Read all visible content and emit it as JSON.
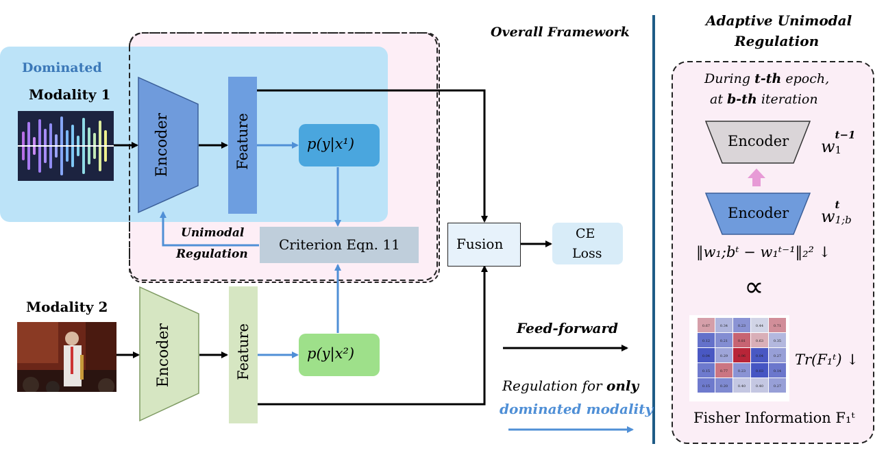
{
  "framework": {
    "title": "Overall Framework",
    "dominated_label": "Dominated",
    "modality1": {
      "label": "Modality 1",
      "encoder": "Encoder",
      "feature": "Feature",
      "head": "p(y|x¹)"
    },
    "modality2": {
      "label": "Modality 2",
      "encoder": "Encoder",
      "feature": "Feature",
      "head": "p(y|x²)"
    },
    "unimodal_regulation": {
      "line1": "Unimodal",
      "line2": "Regulation"
    },
    "criterion": "Criterion Eqn. 11",
    "fusion": "Fusion",
    "ce_loss": {
      "line1": "CE",
      "line2": "Loss"
    }
  },
  "legend": {
    "feed_forward": "Feed-forward",
    "regulation_prefix": "Regulation for ",
    "regulation_only": "only",
    "regulation_line2": "dominated modality"
  },
  "panel": {
    "title_line1": "Adaptive Unimodal",
    "title_line2": "Regulation",
    "during_line1_a": "During ",
    "during_line1_b": "t-th",
    "during_line1_c": " epoch,",
    "during_line2_a": "at ",
    "during_line2_b": "b-th",
    "during_line2_c": " iteration",
    "encoder_top": "Encoder",
    "encoder_bottom": "Encoder",
    "w_prev": {
      "base": "w",
      "sub": "1",
      "sup": "t−1"
    },
    "w_curr": {
      "base": "w",
      "sub": "1;b",
      "sup": "t"
    },
    "norm_expr": "‖w₁;bᵗ − w₁ᵗ⁻¹‖₂² ↓",
    "proportional": "∝",
    "trace_expr": "Tr(F₁ᵗ) ↓",
    "fisher_label": "Fisher Information F₁ᵗ"
  },
  "colors": {
    "dominated_blue": "#4a86c8",
    "regulation_blue": "#4f8fd6",
    "panel_pink": "#fbeef6",
    "modality1_bg": "#b5e0f7"
  },
  "heatmap": {
    "rows": [
      [
        "0.67",
        "0.34",
        "0.23",
        "0.44",
        "0.71"
      ],
      [
        "0.12",
        "0.21",
        "0.81",
        "0.63",
        "0.35"
      ],
      [
        "0.04",
        "0.29",
        "0.96",
        "0.04",
        "0.27"
      ],
      [
        "0.15",
        "0.77",
        "0.23",
        "0.03",
        "0.14"
      ],
      [
        "0.15",
        "0.20",
        "0.40",
        "0.40",
        "0.27"
      ]
    ]
  }
}
